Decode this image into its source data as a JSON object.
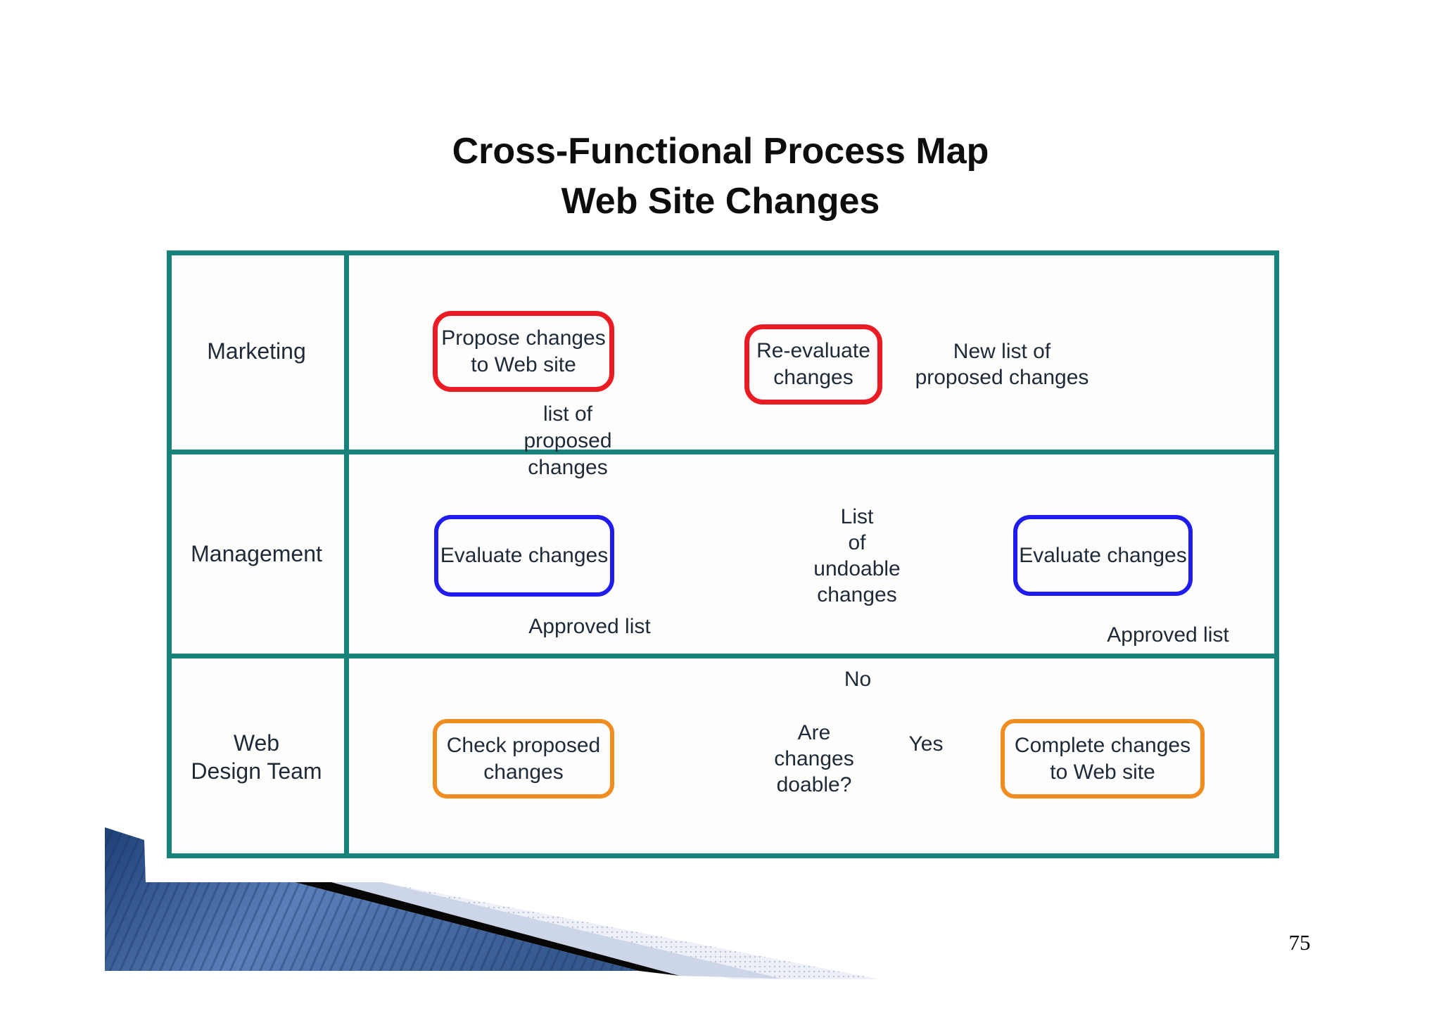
{
  "title": {
    "line1": "Cross-Functional Process Map",
    "line2": "Web Site Changes"
  },
  "lanes": {
    "marketing": "Marketing",
    "management": "Management",
    "web_design_line1": "Web",
    "web_design_line2": "Design Team"
  },
  "nodes": {
    "propose": {
      "line1": "Propose changes",
      "line2": "to Web site"
    },
    "reevaluate": {
      "line1": "Re-evaluate",
      "line2": "changes"
    },
    "evaluate_left": {
      "line1": "Evaluate changes"
    },
    "evaluate_right": {
      "line1": "Evaluate changes"
    },
    "check": {
      "line1": "Check proposed",
      "line2": "changes"
    },
    "decision": {
      "line1": "Are",
      "line2": "changes",
      "line3": "doable?"
    },
    "complete": {
      "line1": "Complete changes",
      "line2": "to Web site"
    }
  },
  "edge_labels": {
    "list_proposed": {
      "line1": "list of",
      "line2": "proposed",
      "line3": "changes"
    },
    "approved_left": "Approved list",
    "undoable": {
      "line1": "List",
      "line2": "of",
      "line3": "undoable",
      "line4": "changes"
    },
    "new_list": {
      "line1": "New list of",
      "line2": "proposed changes"
    },
    "approved_right": "Approved list",
    "no": "No",
    "yes": "Yes"
  },
  "page": {
    "number": "75"
  },
  "colors": {
    "teal": "#16827a",
    "red": "#e91c23",
    "blue": "#1f1ced",
    "orange": "#f18c21",
    "connector": "#2b2b2b",
    "text": "#1f2a38",
    "decor_blue_dark": "#1e4077",
    "decor_blue_light": "#5b7fb9",
    "decor_black": "#060606",
    "decor_pale": "#cdd5e8"
  }
}
